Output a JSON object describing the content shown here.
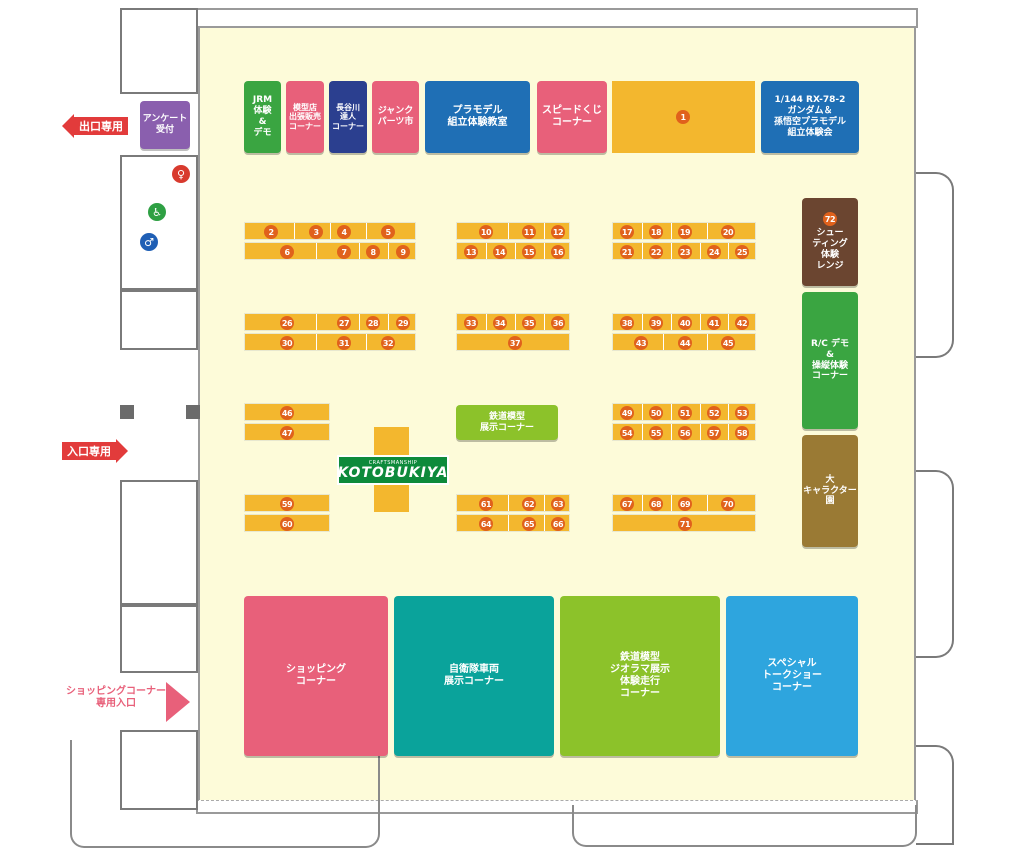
{
  "signs": {
    "exit_only": "出口専用",
    "entrance_only": "入口専用",
    "shopping_entrance": "ショッピングコーナー\n専用入口",
    "survey": "アンケート\n受付"
  },
  "zones": {
    "jrm": "JRM\n体験\n&\nデモ",
    "model_shop": "模型店\n出張販売\nコーナー",
    "hasegawa": "長谷川\n達人\nコーナー",
    "junk": "ジャンク\nパーツ市",
    "plamodel": "プラモデル\n組立体験教室",
    "speed_kuji": "スピードくじ\nコーナー",
    "booth_1": "1",
    "gundam": "1/144 RX-78-2\nガンダム＆\n孫悟空プラモデル\n組立体験会",
    "shooting": "シュー\nティング\n体験\nレンジ",
    "shooting_num": "72",
    "rc": "R/C デモ\n&\n操縦体験\nコーナー",
    "character": "大\nキャラクター\n園",
    "railway_exhibit": "鉄道模型\n展示コーナー",
    "shopping": "ショッピング\nコーナー",
    "jsdf": "自衛隊車両\n展示コーナー",
    "diorama": "鉄道模型\nジオラマ展示\n体験走行\nコーナー",
    "talk_show": "スペシャル\nトークショー\nコーナー"
  },
  "logo": {
    "small": "CRAFTSMANSHIP",
    "main": "KOTOBUKIYA"
  },
  "booth_numbers": [
    "2",
    "3",
    "4",
    "5",
    "6",
    "7",
    "8",
    "9",
    "10",
    "11",
    "12",
    "13",
    "14",
    "15",
    "16",
    "17",
    "18",
    "19",
    "20",
    "21",
    "22",
    "23",
    "24",
    "25",
    "26",
    "27",
    "28",
    "29",
    "30",
    "31",
    "32",
    "33",
    "34",
    "35",
    "36",
    "37",
    "38",
    "39",
    "40",
    "41",
    "42",
    "43",
    "44",
    "45",
    "46",
    "47",
    "49",
    "50",
    "51",
    "52",
    "53",
    "54",
    "55",
    "56",
    "57",
    "58",
    "59",
    "60",
    "61",
    "62",
    "63",
    "64",
    "65",
    "66",
    "67",
    "68",
    "69",
    "70",
    "71"
  ],
  "colors": {
    "hall": "#fdfbd9",
    "booth": "#f3b72e",
    "booth_number": "#e0611c",
    "green": "#3aa541",
    "pink": "#e8607a",
    "navy": "#2b3f8f",
    "blue": "#1f6fb5",
    "teal": "#0aa39b",
    "lime": "#8cc22a",
    "sky": "#2ea5de",
    "brown": "#6b4530",
    "olive": "#9a7a34",
    "purple": "#8a5fae",
    "arrow_red": "#e23b3b"
  }
}
